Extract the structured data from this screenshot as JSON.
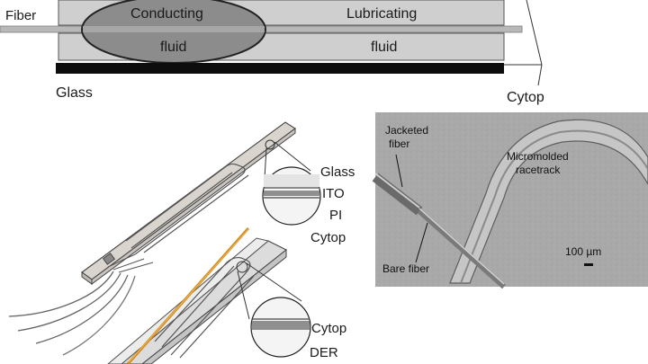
{
  "schematic": {
    "fiber_label": "Fiber",
    "conducting_label": "Conducting",
    "lubricating_label": "Lubricating",
    "fluid_left_label": "fluid",
    "fluid_right_label": "fluid",
    "glass_label": "Glass",
    "cytop_label": "Cytop"
  },
  "device_top": {
    "layers": [
      "Glass",
      "ITO",
      "PI",
      "Cytop"
    ]
  },
  "device_bottom": {
    "layers": [
      "Cytop",
      "DER"
    ]
  },
  "micrograph": {
    "jacketed_fiber_label": [
      "Jacketed",
      "fiber"
    ],
    "racetrack_label": [
      "Micromolded",
      "racetrack"
    ],
    "bare_fiber_label": "Bare fiber",
    "scale_bar_label": "100 µm"
  },
  "colors": {
    "fiber_core": "#d08a1e",
    "droplet_fill": "#8a8a8a",
    "fluid_band": "#c8c8c8",
    "sem_background": "#a9a9a9"
  }
}
